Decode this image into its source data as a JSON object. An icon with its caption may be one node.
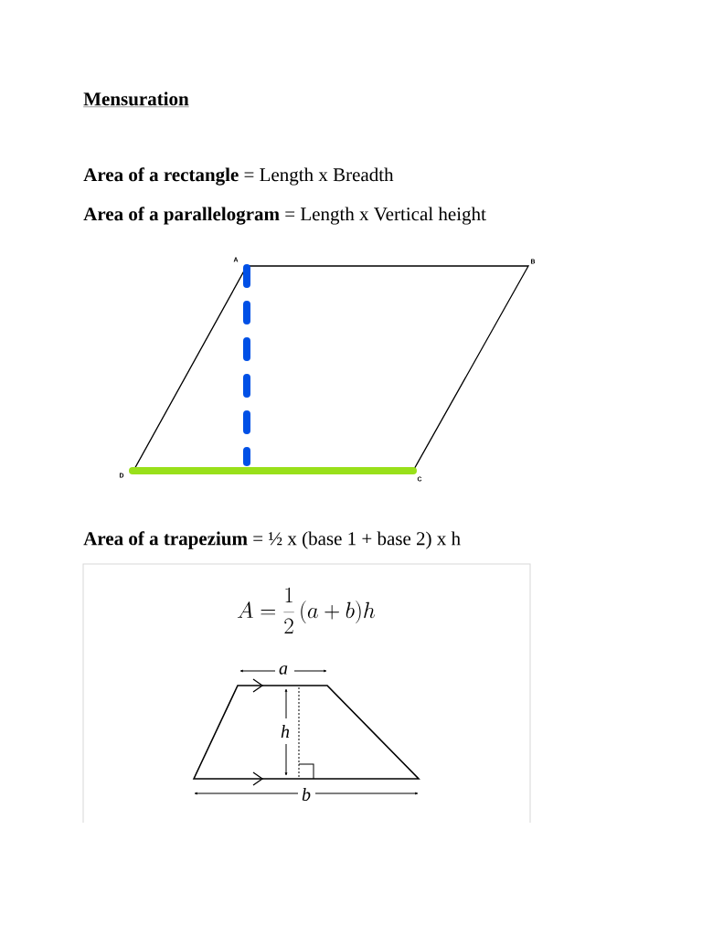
{
  "diagram": {
    "title": "Mensuration",
    "labels": [
      "**Area of a rectangle** = Length x Breadth",
      "**Area of a parallelogram** = Length x Vertical height",
      "A",
      "B",
      "D",
      "C",
      "**Area of a trapezium** = ½ x (base 1 + base 2) x h",
      "A = \\frac{1}{2}\\,(a + b)h",
      "a",
      "h",
      "b"
    ]
  }
}
